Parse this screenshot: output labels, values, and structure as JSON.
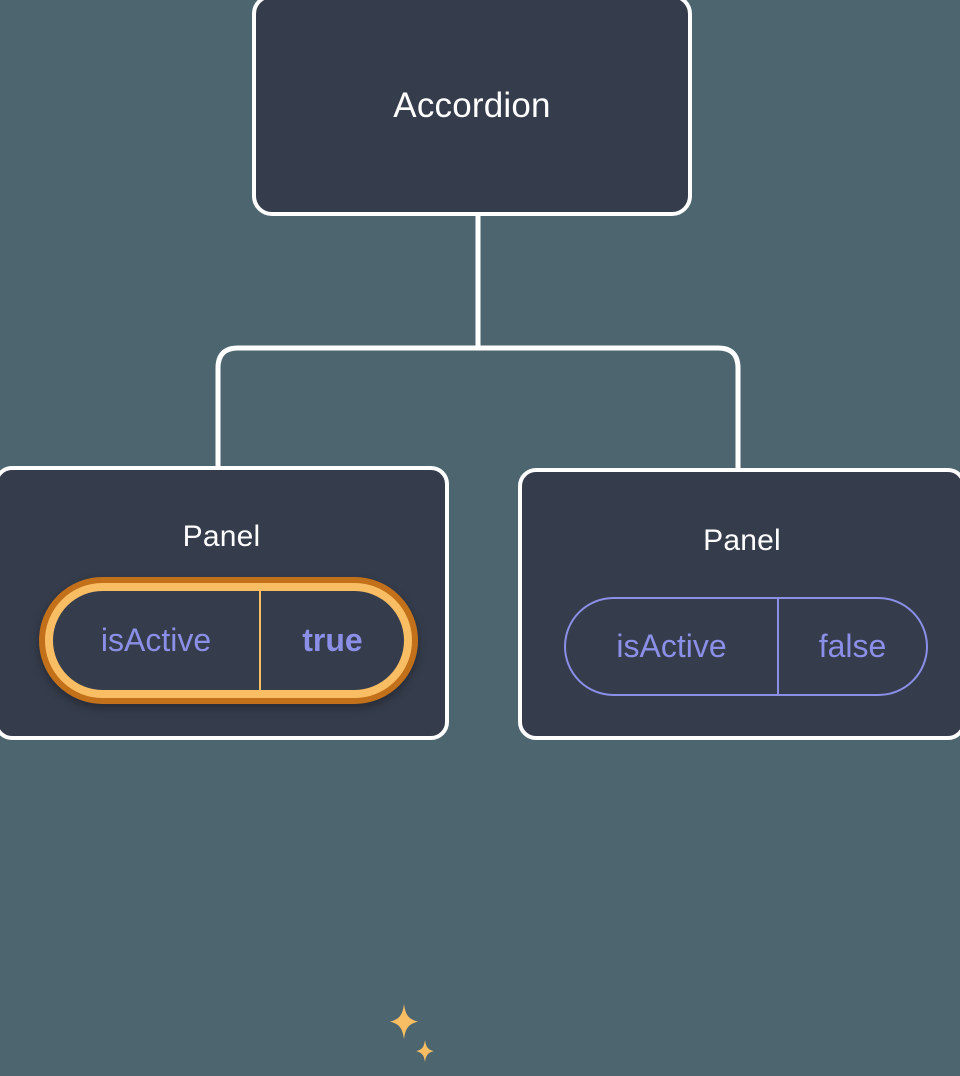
{
  "diagram": {
    "type": "component-tree",
    "background_color": "#4C656E",
    "node_fill_color": "#353C4B",
    "node_border_color": "#FFFFFF",
    "connector_color": "#FFFFFF",
    "prop_text_color": "#8B8FE8",
    "highlight_outer_color": "#C2701A",
    "highlight_inner_color": "#F9BE64",
    "sparkle_color": "#F9BE64"
  },
  "root": {
    "label": "Accordion"
  },
  "children": [
    {
      "label": "Panel",
      "prop": {
        "key": "isActive",
        "value": "true",
        "highlighted": true,
        "value_bold": true
      },
      "decoration": "sparkle-icon"
    },
    {
      "label": "Panel",
      "prop": {
        "key": "isActive",
        "value": "false",
        "highlighted": false,
        "value_bold": false
      }
    }
  ]
}
